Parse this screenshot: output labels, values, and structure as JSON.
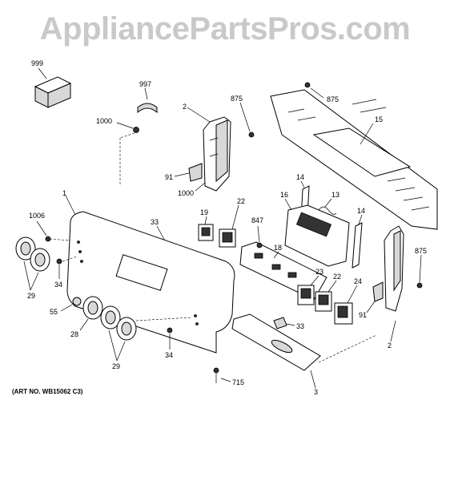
{
  "watermark": "AppliancePartsPros.com",
  "art_number": "(ART NO. WB15062 C3)",
  "callouts": {
    "p999": "999",
    "p997": "997",
    "p875a": "875",
    "p875b": "875",
    "p875c": "875",
    "p1000a": "1000",
    "p1000b": "1000",
    "p2a": "2",
    "p2b": "2",
    "p15": "15",
    "p91a": "91",
    "p91b": "91",
    "p1": "1",
    "p14a": "14",
    "p14b": "14",
    "p13": "13",
    "p16": "16",
    "p22a": "22",
    "p22b": "22",
    "p847": "847",
    "p1006": "1006",
    "p19": "19",
    "p33a": "33",
    "p33b": "33",
    "p18": "18",
    "p23": "23",
    "p24": "24",
    "p34a": "34",
    "p34b": "34",
    "p29a": "29",
    "p29b": "29",
    "p55": "55",
    "p28": "28",
    "p715": "715",
    "p3": "3"
  }
}
